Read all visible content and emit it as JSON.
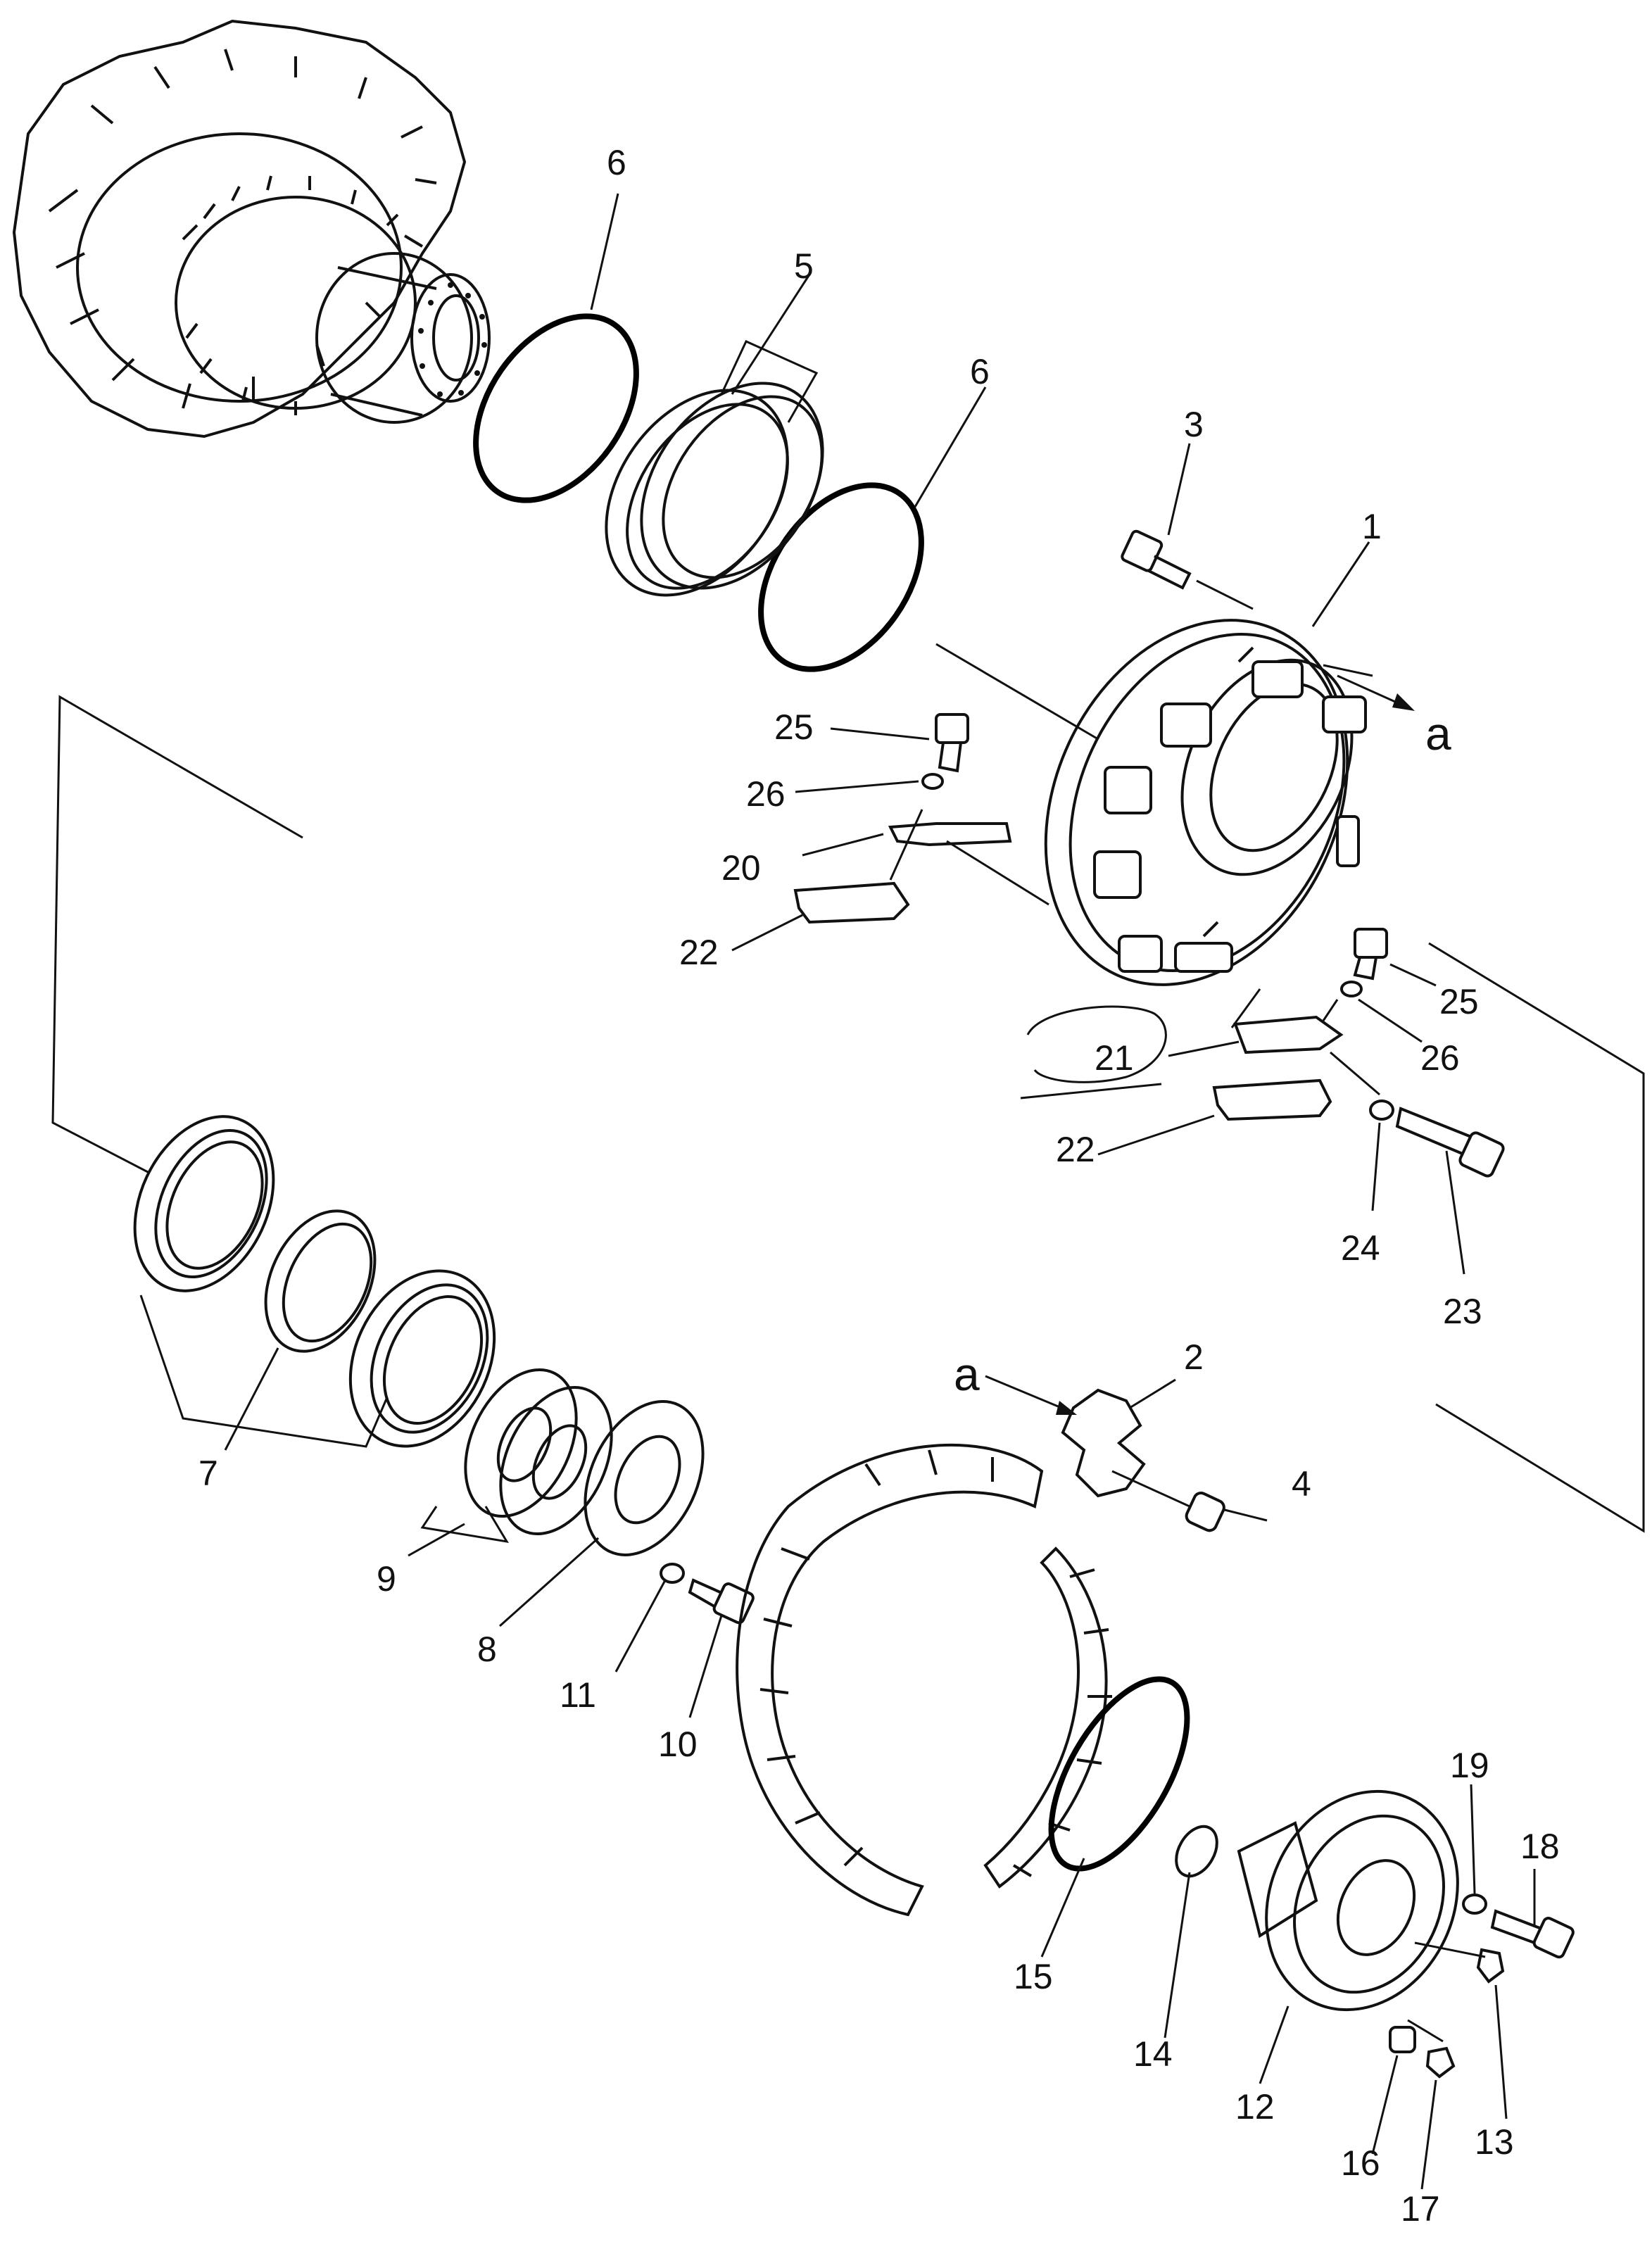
{
  "labels": {
    "p1": "1",
    "p2": "2",
    "p3": "3",
    "p4": "4",
    "p5": "5",
    "p6a": "6",
    "p6b": "6",
    "p7": "7",
    "p8": "8",
    "p9": "9",
    "p10": "10",
    "p11": "11",
    "p12": "12",
    "p13": "13",
    "p14": "14",
    "p15": "15",
    "p16": "16",
    "p17": "17",
    "p18": "18",
    "p19": "19",
    "p20": "20",
    "p21": "21",
    "p22a": "22",
    "p22b": "22",
    "p23": "23",
    "p24": "24",
    "p25a": "25",
    "p25b": "25",
    "p26a": "26",
    "p26b": "26",
    "ref_a1": "a",
    "ref_a2": "a"
  }
}
